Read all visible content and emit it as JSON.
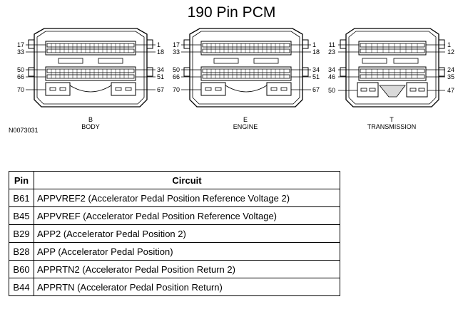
{
  "title": "190 Pin PCM",
  "reference_code": "N0073031",
  "connectors": [
    {
      "letter": "B",
      "name": "BODY",
      "pins": {
        "r1_left": "17",
        "r1_right": "1",
        "r2_left": "33",
        "r2_right": "18",
        "r3_left": "50",
        "r3_right": "34",
        "r4_left": "66",
        "r4_right": "51",
        "r5_left": "70",
        "r5_right": "67"
      }
    },
    {
      "letter": "E",
      "name": "ENGINE",
      "pins": {
        "r1_left": "17",
        "r1_right": "1",
        "r2_left": "33",
        "r2_right": "18",
        "r3_left": "50",
        "r3_right": "34",
        "r4_left": "66",
        "r4_right": "51",
        "r5_left": "70",
        "r5_right": "67"
      }
    },
    {
      "letter": "T",
      "name": "TRANSMISSION",
      "pins": {
        "r1_left": "11",
        "r1_right": "1",
        "r2_left": "23",
        "r2_right": "12",
        "r3_left": "34",
        "r3_right": "24",
        "r4_left": "46",
        "r4_right": "35",
        "r5_left": "50",
        "r5_right": "47"
      }
    }
  ],
  "table": {
    "headers": {
      "pin": "Pin",
      "circuit": "Circuit"
    },
    "rows": [
      {
        "pin": "B61",
        "circuit": "APPVREF2 (Accelerator Pedal Position Reference Voltage 2)"
      },
      {
        "pin": "B45",
        "circuit": "APPVREF (Accelerator Pedal Position Reference Voltage)"
      },
      {
        "pin": "B29",
        "circuit": "APP2 (Accelerator Pedal Position 2)"
      },
      {
        "pin": "B28",
        "circuit": "APP (Accelerator Pedal Position)"
      },
      {
        "pin": "B60",
        "circuit": "APPRTN2 (Accelerator Pedal Position Return 2)"
      },
      {
        "pin": "B44",
        "circuit": "APPRTN (Accelerator Pedal Position Return)"
      }
    ]
  }
}
